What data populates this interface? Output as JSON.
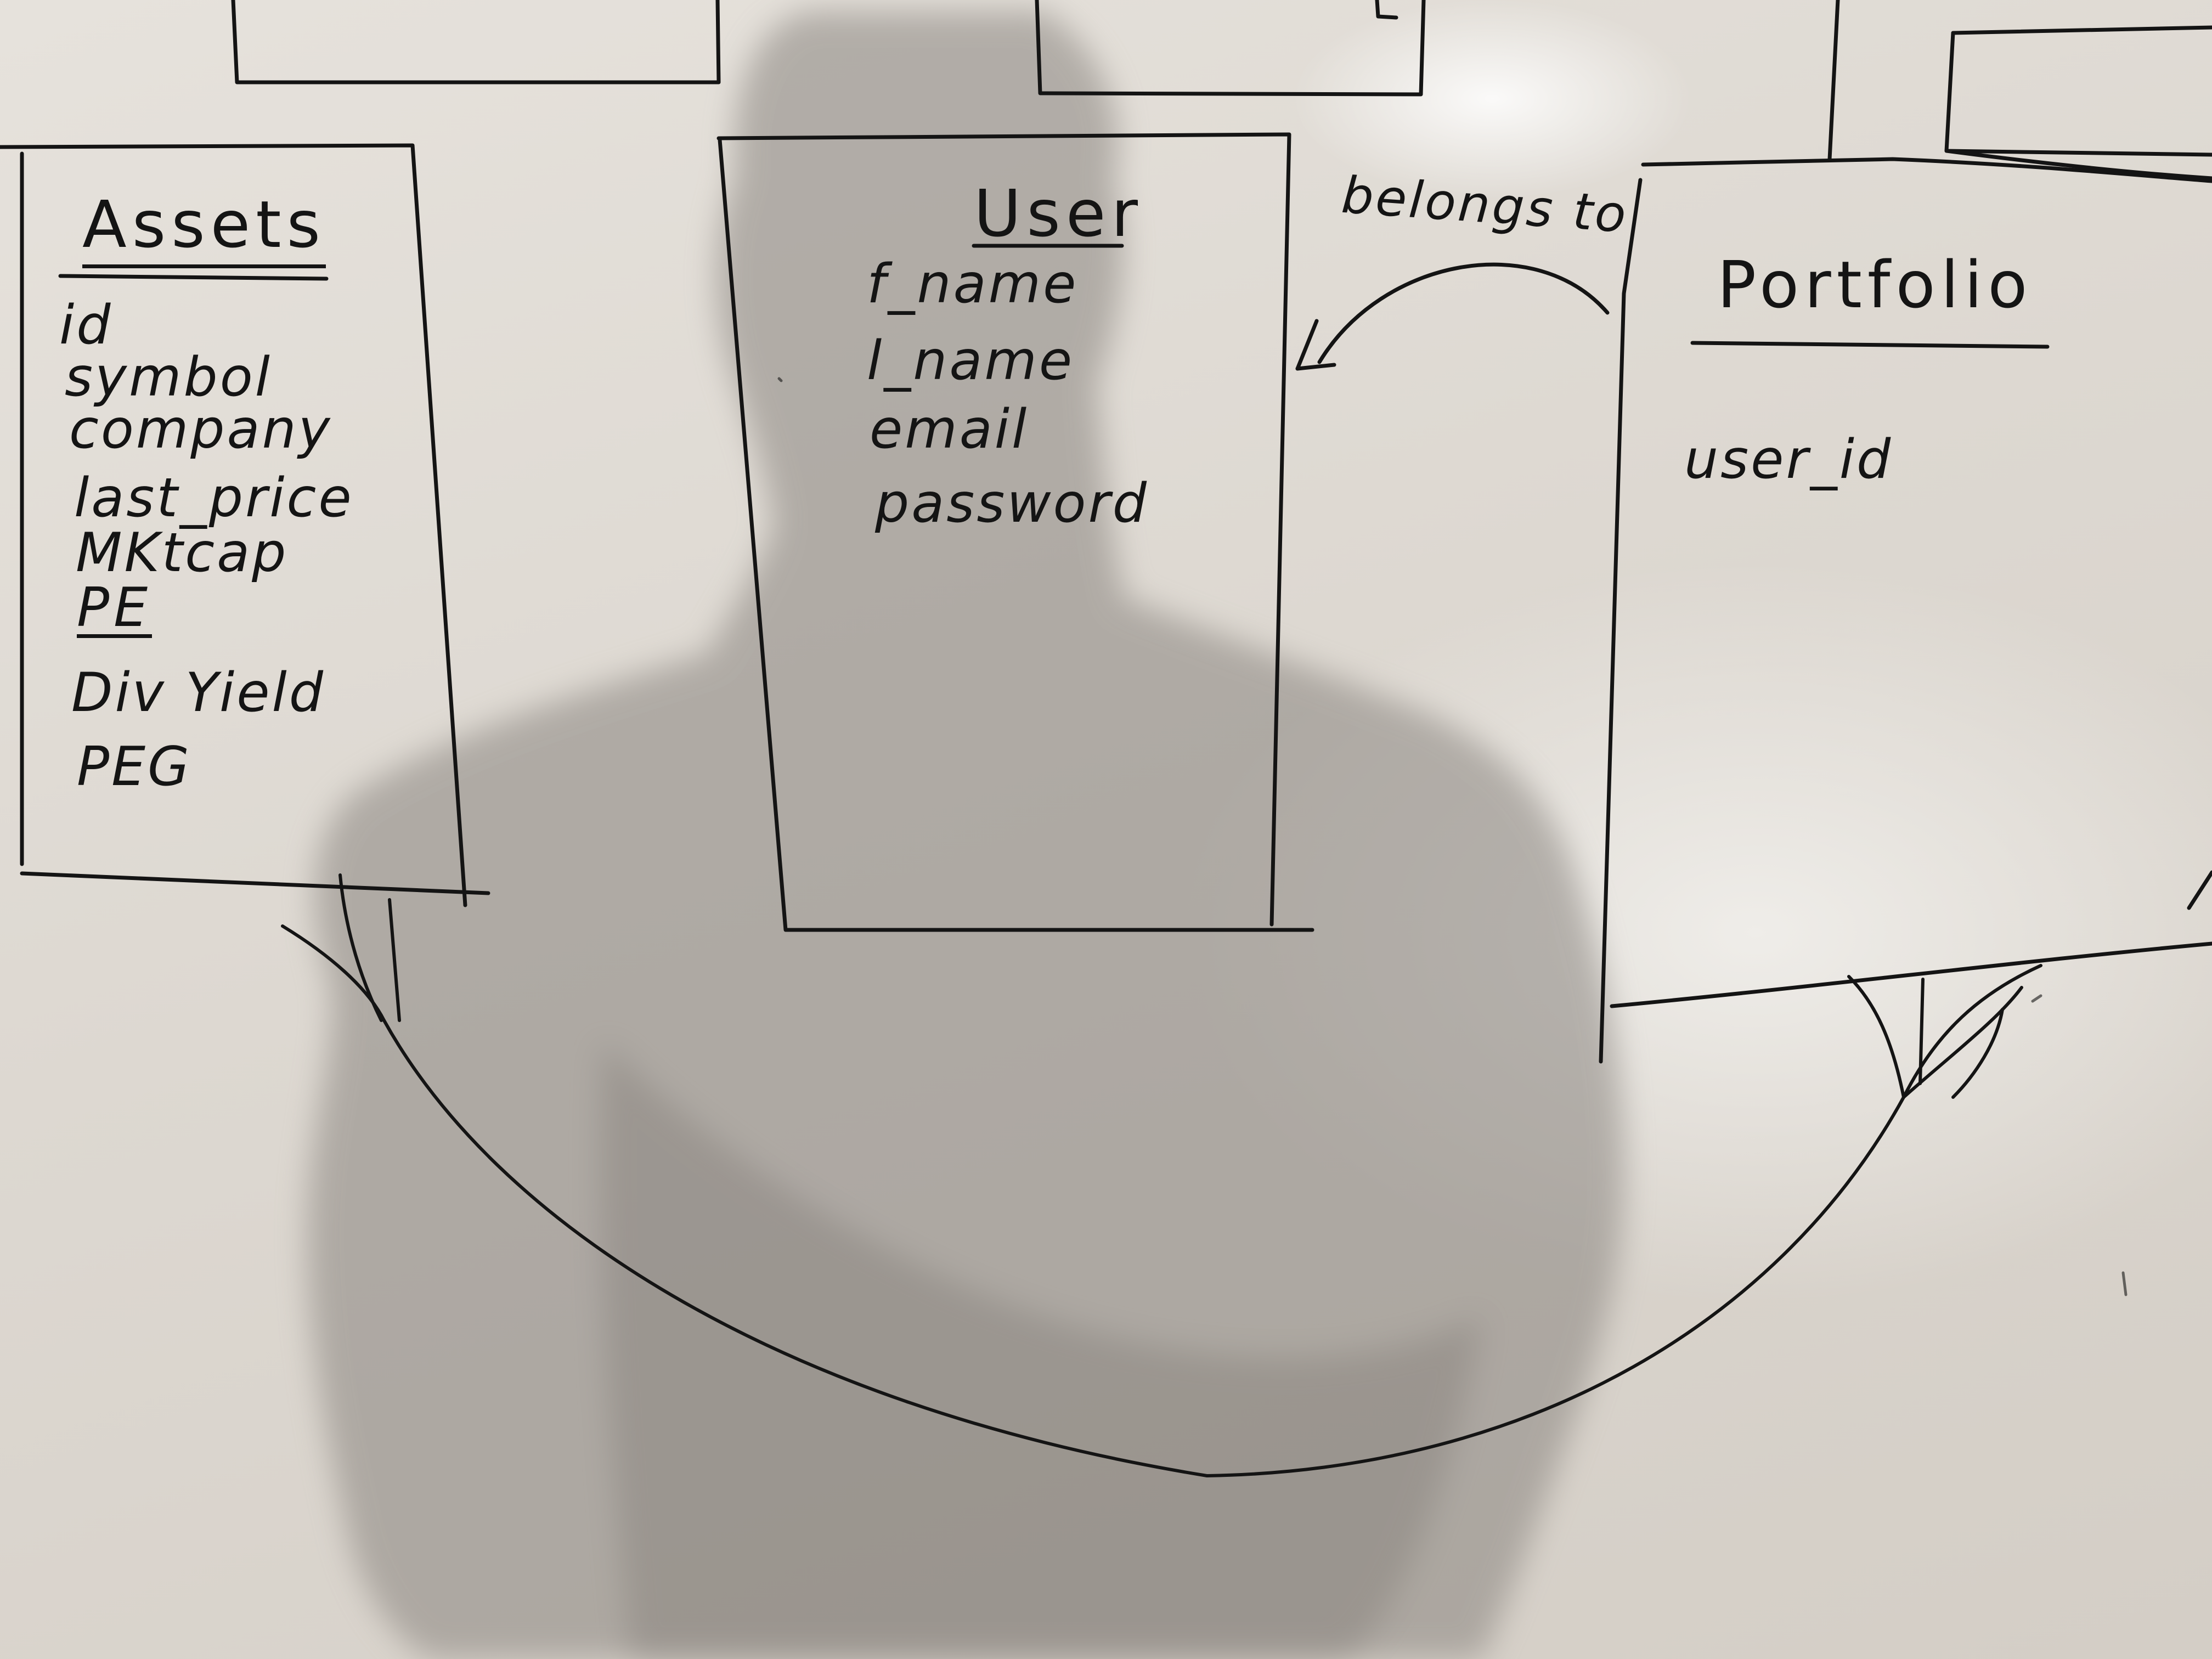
{
  "diagram": {
    "medium": "whiteboard",
    "colors": {
      "ink": "#141414",
      "board": "#e6e2dc",
      "shadow": "#8a8580"
    },
    "entities": [
      {
        "id": "assets",
        "title": "Assets",
        "fields": [
          "id",
          "symbol",
          "company",
          "last_price",
          "MKtcap",
          "PE",
          "Div Yield",
          "PEG"
        ]
      },
      {
        "id": "user",
        "title": "User",
        "fields": [
          "f_name",
          "l_name",
          "email",
          "password"
        ]
      },
      {
        "id": "portfolio",
        "title": "Portfolio",
        "fields": [
          "user_id"
        ]
      }
    ],
    "relationships": [
      {
        "from": "portfolio",
        "to": "user",
        "label": "belongs to"
      },
      {
        "from": "assets",
        "to": "portfolio",
        "label": ""
      }
    ]
  }
}
